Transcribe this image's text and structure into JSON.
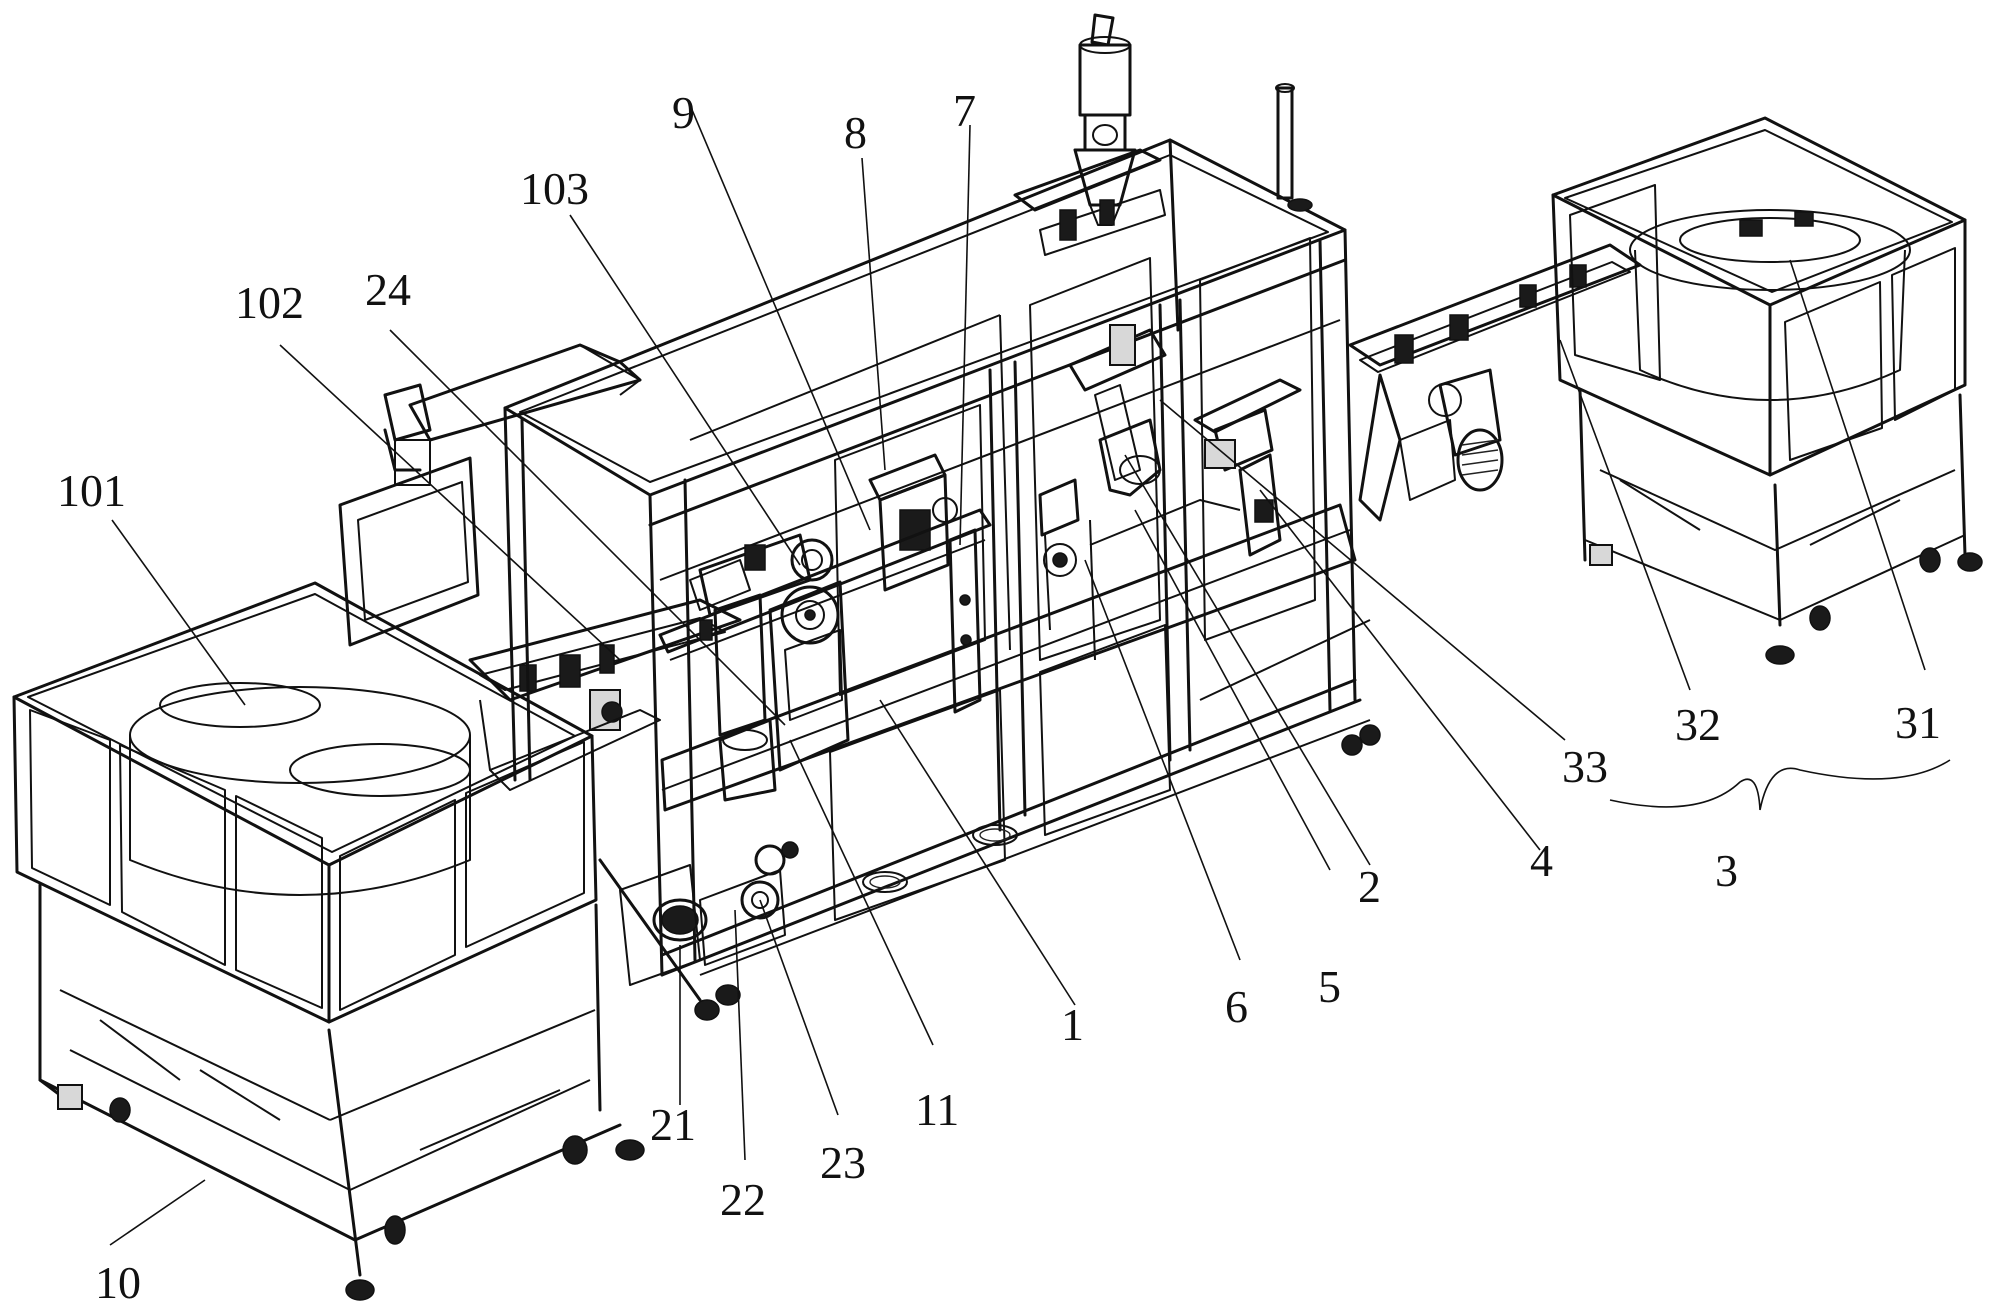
{
  "labels": [
    {
      "id": "1",
      "text": "1"
    },
    {
      "id": "2",
      "text": "2"
    },
    {
      "id": "3",
      "text": "3"
    },
    {
      "id": "4",
      "text": "4"
    },
    {
      "id": "5",
      "text": "5"
    },
    {
      "id": "6",
      "text": "6"
    },
    {
      "id": "7",
      "text": "7"
    },
    {
      "id": "8",
      "text": "8"
    },
    {
      "id": "9",
      "text": "9"
    },
    {
      "id": "10",
      "text": "10"
    },
    {
      "id": "11",
      "text": "11"
    },
    {
      "id": "21",
      "text": "21"
    },
    {
      "id": "22",
      "text": "22"
    },
    {
      "id": "23",
      "text": "23"
    },
    {
      "id": "24",
      "text": "24"
    },
    {
      "id": "31",
      "text": "31"
    },
    {
      "id": "32",
      "text": "32"
    },
    {
      "id": "33",
      "text": "33"
    },
    {
      "id": "101",
      "text": "101"
    },
    {
      "id": "102",
      "text": "102"
    },
    {
      "id": "103",
      "text": "103"
    }
  ]
}
